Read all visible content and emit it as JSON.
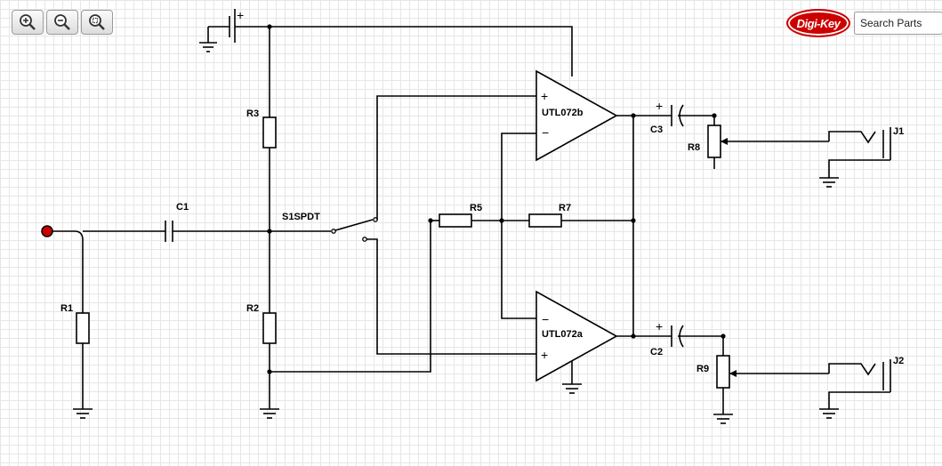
{
  "toolbar": {
    "zoom_in_icon": "zoom-in-icon",
    "zoom_out_icon": "zoom-out-icon",
    "zoom_fit_icon": "zoom-fit-icon"
  },
  "brand": {
    "logo_text": "Digi-Key",
    "search_placeholder": "Search Parts"
  },
  "schematic": {
    "components": {
      "R1": "R1",
      "R2": "R2",
      "R3": "R3",
      "R5": "R5",
      "R7": "R7",
      "R8": "R8",
      "R9": "R9",
      "C1": "C1",
      "C2": "C2",
      "C3": "C3",
      "S1": "S1SPDT",
      "J1": "J1",
      "J2": "J2",
      "U1B": "UTL072b",
      "U1A": "UTL072a"
    },
    "polarity": {
      "plus": "+",
      "minus": "−"
    }
  },
  "colors": {
    "input_node": "#cc0000",
    "wire": "#000000",
    "grid": "#e6e6e6"
  }
}
